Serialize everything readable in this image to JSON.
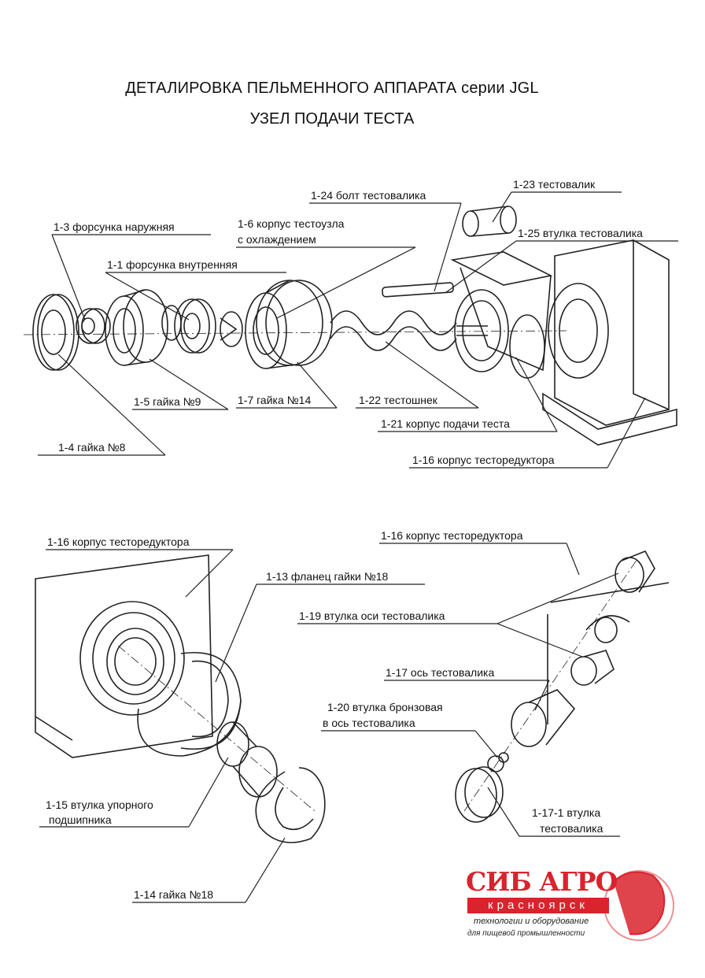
{
  "title": "ДЕТАЛИРОВКА ПЕЛЬМЕННОГО АППАРАТА серии JGL",
  "subtitle": "УЗЕЛ ПОДАЧИ ТЕСТА",
  "top_labels": {
    "l1_24": "1-24 болт тестовалика",
    "l1_23": "1-23 тестовалик",
    "l1_3": "1-3 форсунка наружняя",
    "l1_6a": "1-6 корпус тестоузла",
    "l1_6b": "с охлаждением",
    "l1_25": "1-25 втулка тестовалика",
    "l1_1": "1-1 форсунка внутренняя",
    "l1_5": "1-5 гайка №9",
    "l1_7": "1-7 гайка №14",
    "l1_22": "1-22 тестошнек",
    "l1_21": "1-21 корпус подачи теста",
    "l1_4": "1-4 гайка №8",
    "l1_16": "1-16 корпус тесторедуктора"
  },
  "bottom_left_labels": {
    "l1_16": "1-16 корпус тесторедуктора",
    "l1_13": "1-13 фланец гайки №18",
    "l1_15a": "1-15 втулка упорного",
    "l1_15b": "подшипника",
    "l1_14": "1-14 гайка №18"
  },
  "bottom_right_labels": {
    "l1_16": "1-16 корпус тесторедуктора",
    "l1_19": "1-19 втулка оси тестовалика",
    "l1_17": "1-17 ось тестовалика",
    "l1_20a": "1-20 втулка бронзовая",
    "l1_20b": "в ось тестовалика",
    "l1_17_1a": "1-17-1 втулка",
    "l1_17_1b": "тестовалика"
  },
  "logo": {
    "brand": "СИБ АГРО",
    "city": "красноярск",
    "line1": "технологии и оборудование",
    "line2": "для пищевой промышленности",
    "color": "#d9232d"
  }
}
